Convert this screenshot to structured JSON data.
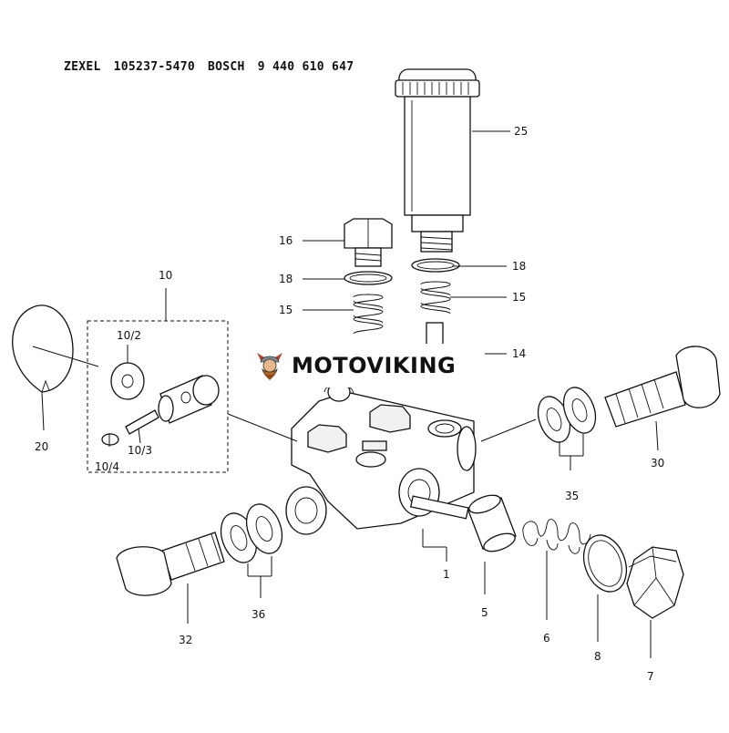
{
  "header": {
    "brand1": "ZEXEL",
    "part1": "105237-5470",
    "brand2": "BOSCH",
    "part2": "9 440 610 647"
  },
  "watermark": {
    "text": "MOTOVIKING",
    "logo_icon": "viking-warrior-icon"
  },
  "labels": {
    "l1": "1",
    "l5": "5",
    "l6": "6",
    "l7": "7",
    "l8": "8",
    "l10": "10",
    "l10_2": "10/2",
    "l10_3": "10/3",
    "l10_4": "10/4",
    "l14": "14",
    "l15a": "15",
    "l15b": "15",
    "l16": "16",
    "l18a": "18",
    "l18b": "18",
    "l20": "20",
    "l25": "25",
    "l30": "30",
    "l32": "32",
    "l35": "35",
    "l36": "36"
  }
}
